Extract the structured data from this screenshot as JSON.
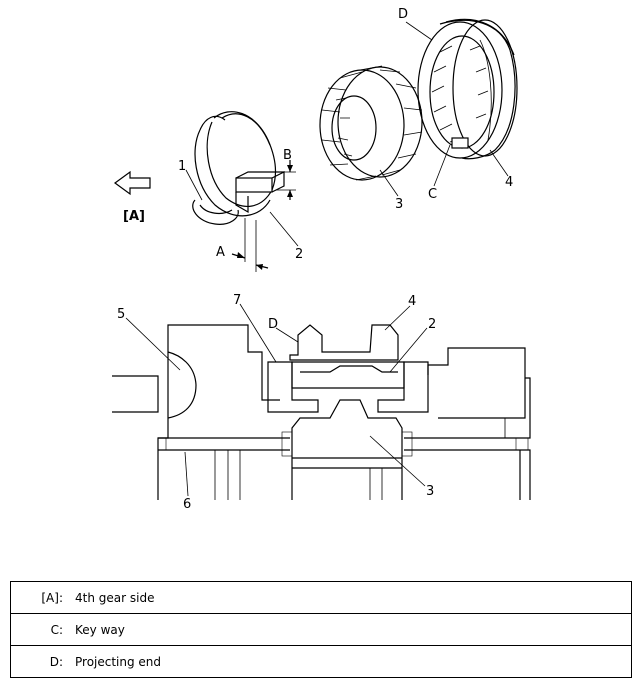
{
  "figure": {
    "callouts": {
      "a_bracket": "[A]",
      "one": "1",
      "two": "2",
      "three": "3",
      "four": "4",
      "five": "5",
      "six": "6",
      "seven": "7",
      "A": "A",
      "B": "B",
      "C": "C",
      "D": "D"
    }
  },
  "legend": {
    "rows": [
      {
        "key": "[A]:",
        "value": "4th gear side"
      },
      {
        "key": "C:",
        "value": "Key way"
      },
      {
        "key": "D:",
        "value": "Projecting end"
      }
    ]
  }
}
